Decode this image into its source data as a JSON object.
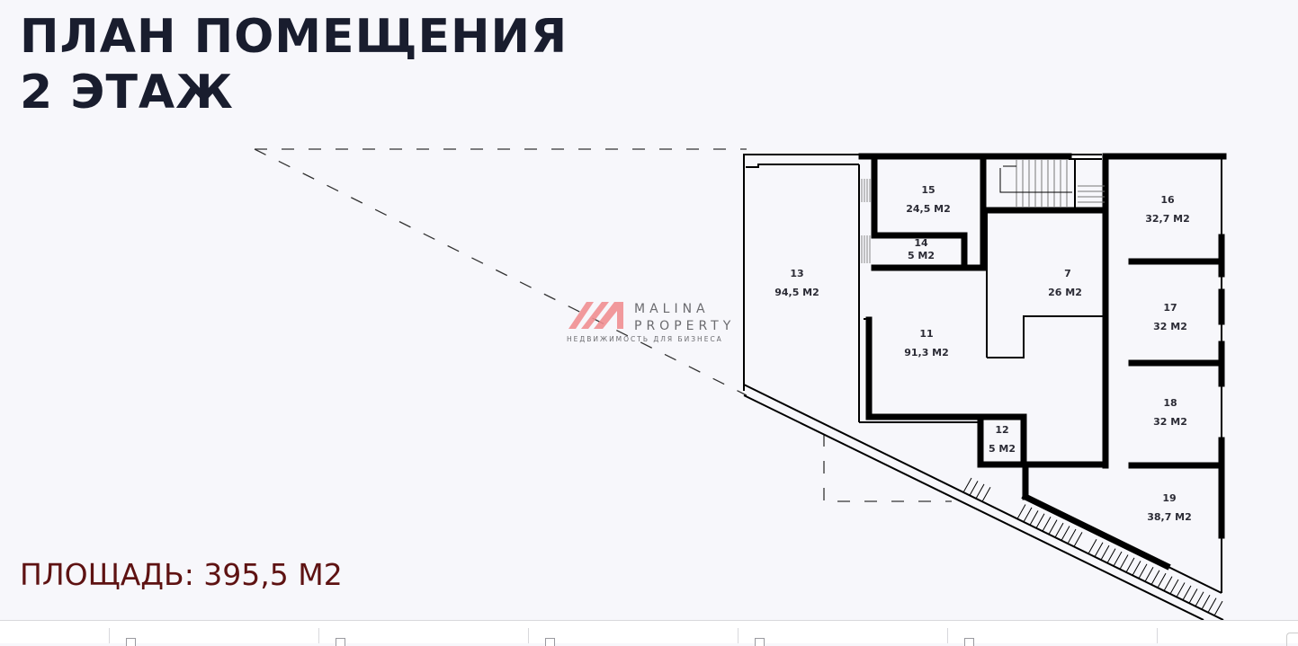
{
  "title": {
    "line1": "ПЛАН ПОМЕЩЕНИЯ",
    "line2": "2 ЭТАЖ"
  },
  "total_area": "ПЛОЩАДЬ: 395,5 М2",
  "watermark": {
    "name_line1": "MALINA",
    "name_line2": "PROPERTY",
    "tagline": "НЕДВИЖИМОСТЬ ДЛЯ БИЗНЕСА",
    "accent_color": "#ef8e91"
  },
  "colors": {
    "title": "#191d2e",
    "area": "#5e1212",
    "walls": "#000000",
    "background": "#f7f7fb"
  },
  "rooms": [
    {
      "number": "15",
      "area": "24,5 М2"
    },
    {
      "number": "14",
      "area": "5 М2"
    },
    {
      "number": "13",
      "area": "94,5 М2"
    },
    {
      "number": "7",
      "area": "26 М2"
    },
    {
      "number": "11",
      "area": "91,3 М2"
    },
    {
      "number": "12",
      "area": "5 М2"
    },
    {
      "number": "16",
      "area": "32,7 М2"
    },
    {
      "number": "17",
      "area": "32 М2"
    },
    {
      "number": "18",
      "area": "32 М2"
    },
    {
      "number": "19",
      "area": "38,7 М2"
    }
  ],
  "thumbnail_strip": {
    "items": 6
  }
}
